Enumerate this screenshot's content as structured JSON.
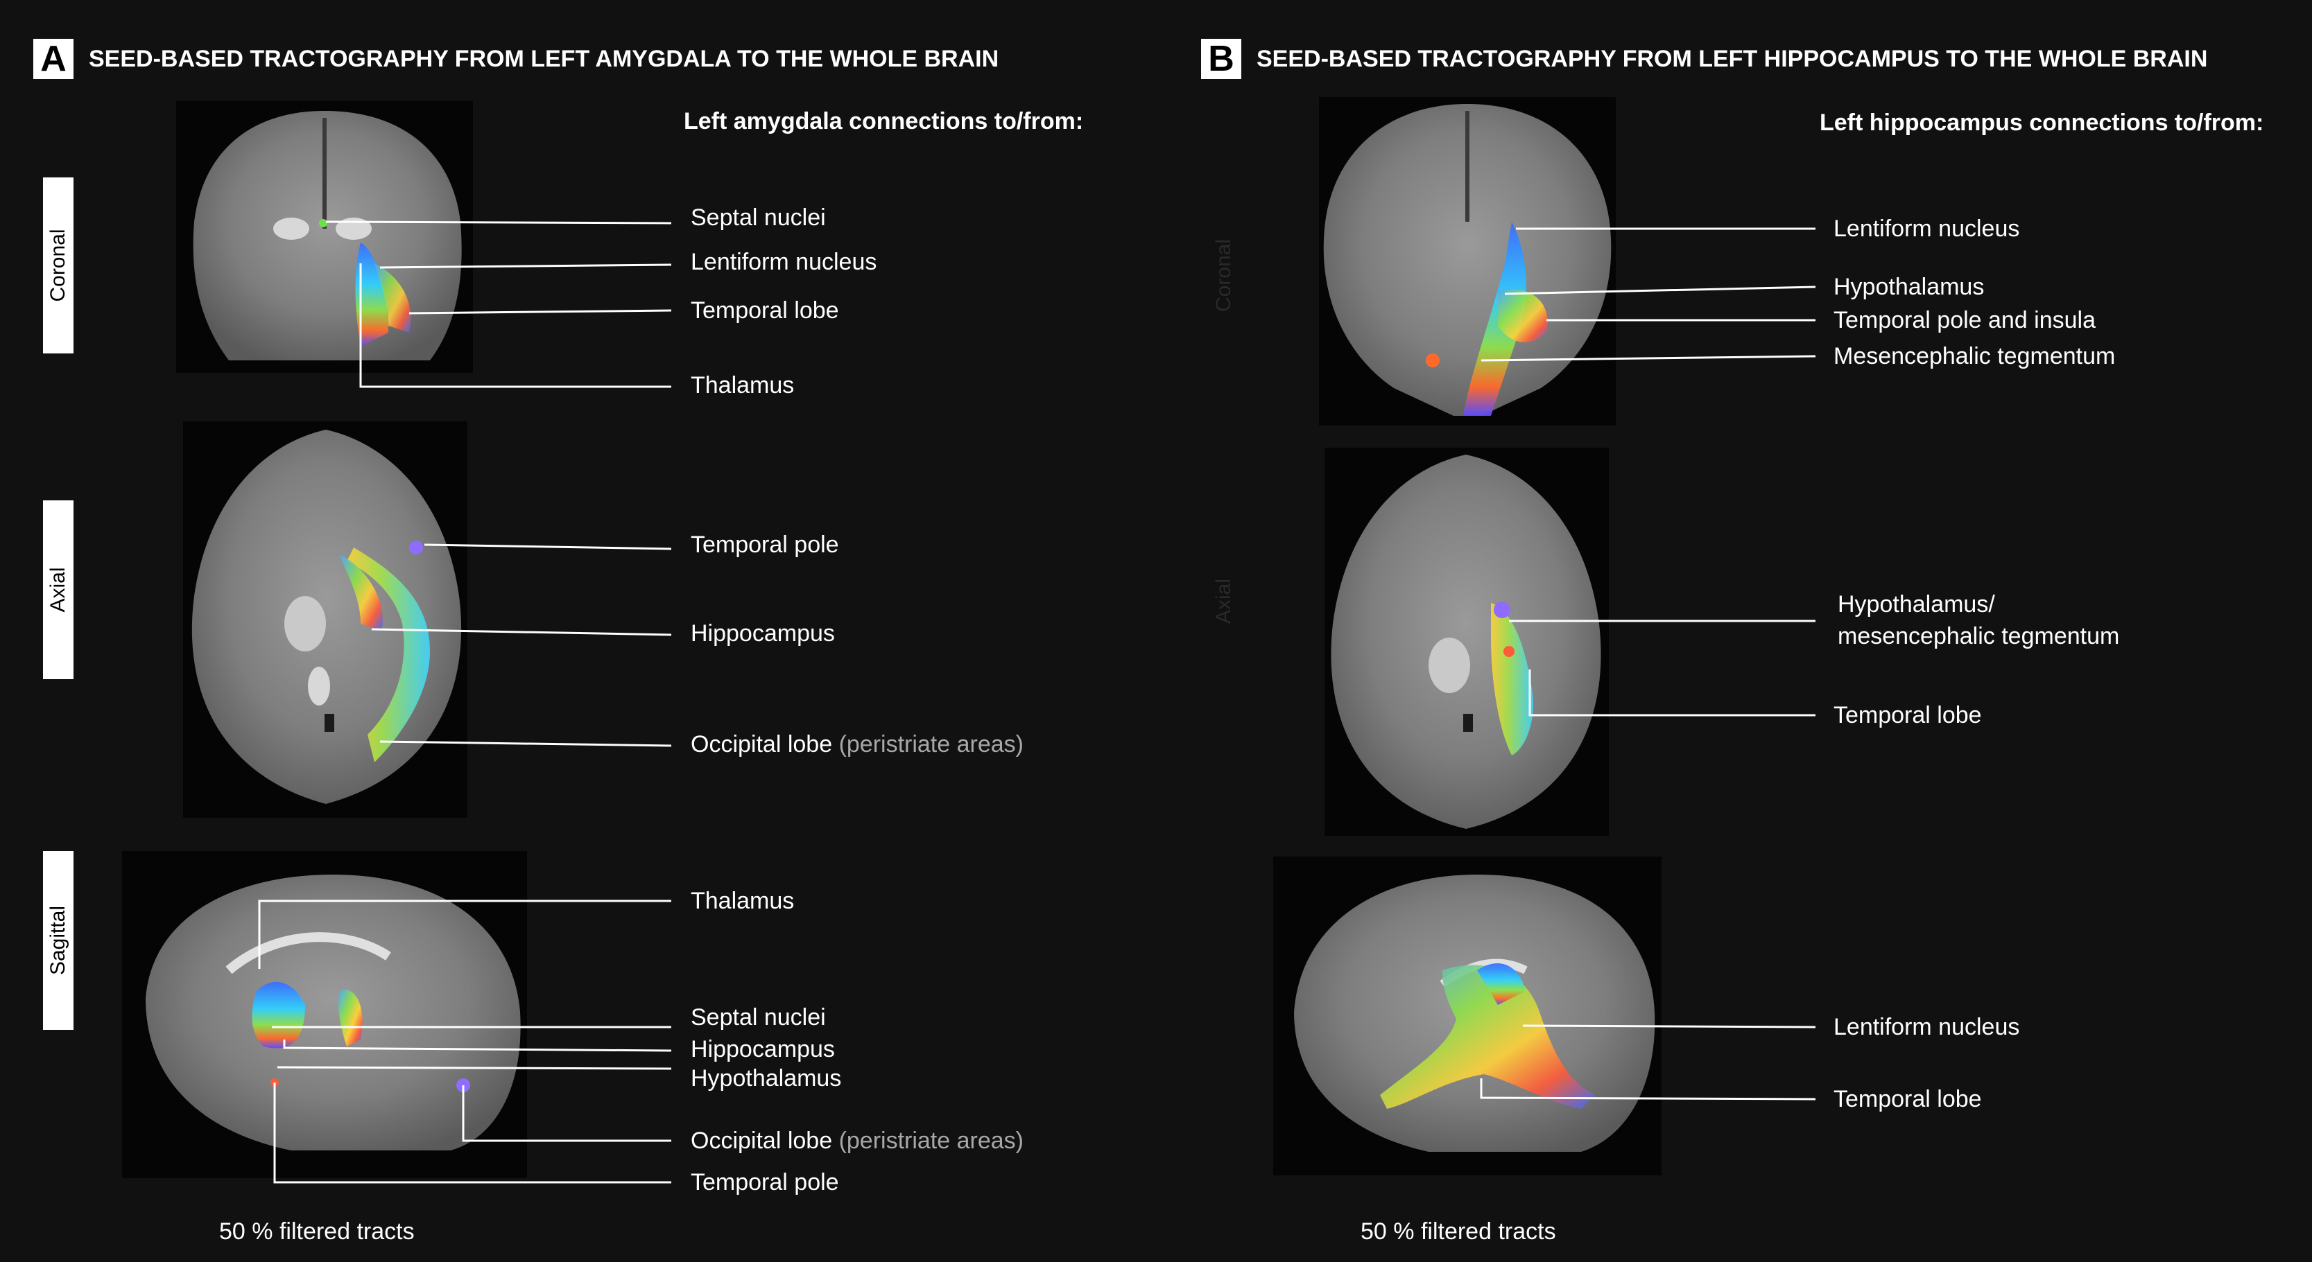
{
  "panel_a": {
    "letter": "A",
    "title": "SEED-BASED TRACTOGRAPHY FROM LEFT AMYGDALA TO THE WHOLE BRAIN",
    "connections_heading": "Left amygdala connections to/from:",
    "views": {
      "coronal": "Coronal",
      "axial": "Axial",
      "sagittal": "Sagittal"
    },
    "coronal_labels": [
      "Septal nuclei",
      "Lentiform nucleus",
      "Temporal lobe",
      "Thalamus"
    ],
    "axial_labels": {
      "temporal_pole": "Temporal pole",
      "hippocampus": "Hippocampus",
      "occipital_main": "Occipital lobe",
      "occipital_note": "(peristriate areas)"
    },
    "sagittal_labels": {
      "thalamus": "Thalamus",
      "septal": "Septal nuclei",
      "hippocampus": "Hippocampus",
      "hypothalamus": "Hypothalamus",
      "occipital_main": "Occipital lobe",
      "occipital_note": "(peristriate areas)",
      "temporal_pole": "Temporal pole"
    },
    "footer": "50 % filtered tracts"
  },
  "panel_b": {
    "letter": "B",
    "title": "SEED-BASED TRACTOGRAPHY FROM LEFT HIPPOCAMPUS TO THE WHOLE BRAIN",
    "connections_heading": "Left hippocampus connections to/from:",
    "views": {
      "coronal": "Coronal",
      "axial": "Axial"
    },
    "coronal_labels": [
      "Lentiform nucleus",
      "Hypothalamus",
      "Temporal pole and insula",
      "Mesencephalic tegmentum"
    ],
    "axial_labels": {
      "hypo_line1": "Hypothalamus/",
      "hypo_line2": "mesencephalic tegmentum",
      "temporal": "Temporal lobe"
    },
    "sagittal_labels": [
      "Lentiform nucleus",
      "Temporal lobe"
    ],
    "footer": "50 % filtered tracts"
  },
  "colors": {
    "background": "#111111",
    "text": "#ffffff",
    "muted": "#a8a8a8",
    "leader": "#ffffff"
  }
}
